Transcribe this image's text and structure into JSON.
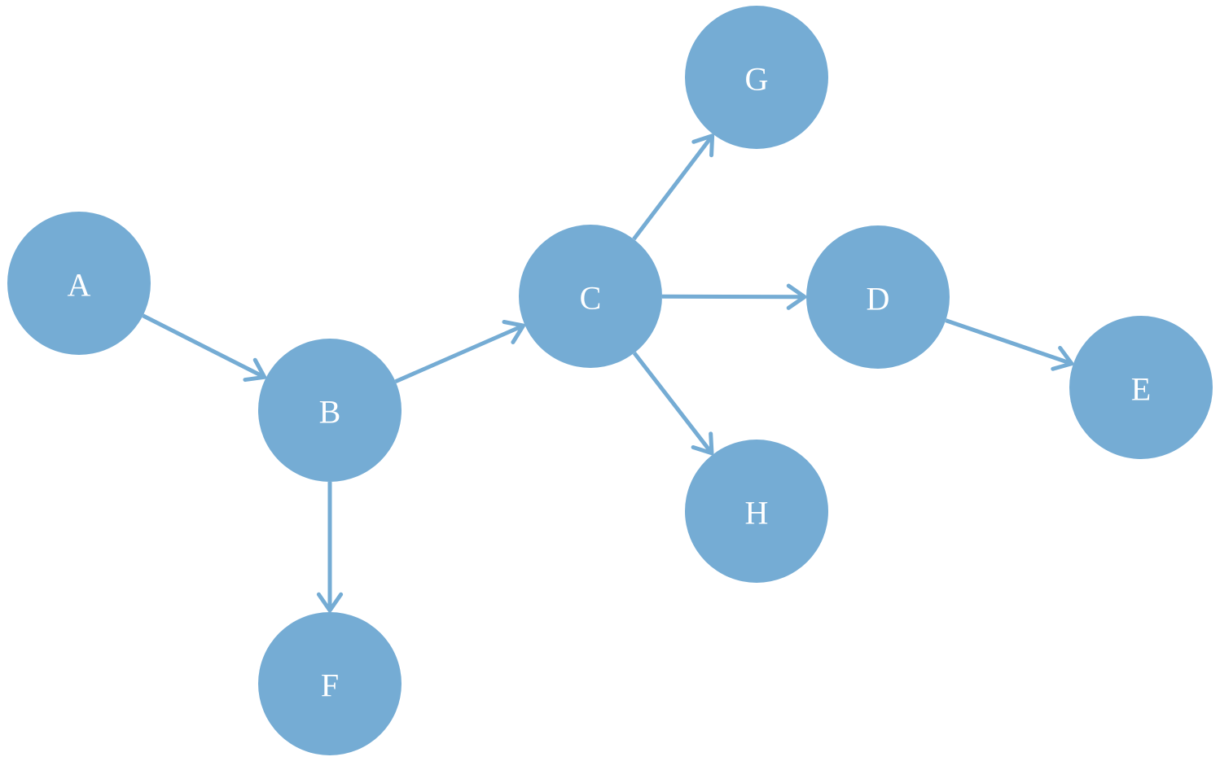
{
  "colors": {
    "node_fill": "#75acd4",
    "edge": "#75acd4",
    "label": "#ffffff",
    "background": "#ffffff"
  },
  "nodes": [
    {
      "id": "A",
      "label": "A"
    },
    {
      "id": "B",
      "label": "B"
    },
    {
      "id": "C",
      "label": "C"
    },
    {
      "id": "D",
      "label": "D"
    },
    {
      "id": "E",
      "label": "E"
    },
    {
      "id": "F",
      "label": "F"
    },
    {
      "id": "G",
      "label": "G"
    },
    {
      "id": "H",
      "label": "H"
    }
  ],
  "edges": [
    {
      "from": "A",
      "to": "B"
    },
    {
      "from": "B",
      "to": "C"
    },
    {
      "from": "B",
      "to": "F"
    },
    {
      "from": "C",
      "to": "G"
    },
    {
      "from": "C",
      "to": "D"
    },
    {
      "from": "C",
      "to": "H"
    },
    {
      "from": "D",
      "to": "E"
    }
  ]
}
